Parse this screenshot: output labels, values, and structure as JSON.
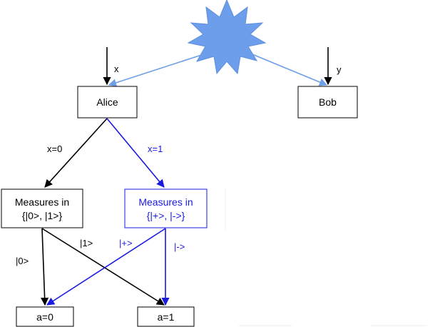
{
  "colors": {
    "black": "#000000",
    "blue": "#1a1adf",
    "light_blue": "#6d9ee8",
    "star_fill": "#6d9eeb",
    "star_stroke": "#5b8fe0"
  },
  "source": {
    "icon": "starburst-icon"
  },
  "nodes": {
    "alice": "Alice",
    "bob": "Bob",
    "measure_z_line1": "Measures in",
    "measure_z_line2": "{|0>, |1>}",
    "measure_x_line1": "Measures in",
    "measure_x_line2": "{|+>, |->}",
    "a0": "a=0",
    "a1": "a=1"
  },
  "edge_labels": {
    "x_in": "x",
    "y_in": "y",
    "x0": "x=0",
    "x1": "x=1",
    "ket0": "|0>",
    "ket1": "|1>",
    "ketplus": "|+>",
    "ketminus": "|->"
  }
}
